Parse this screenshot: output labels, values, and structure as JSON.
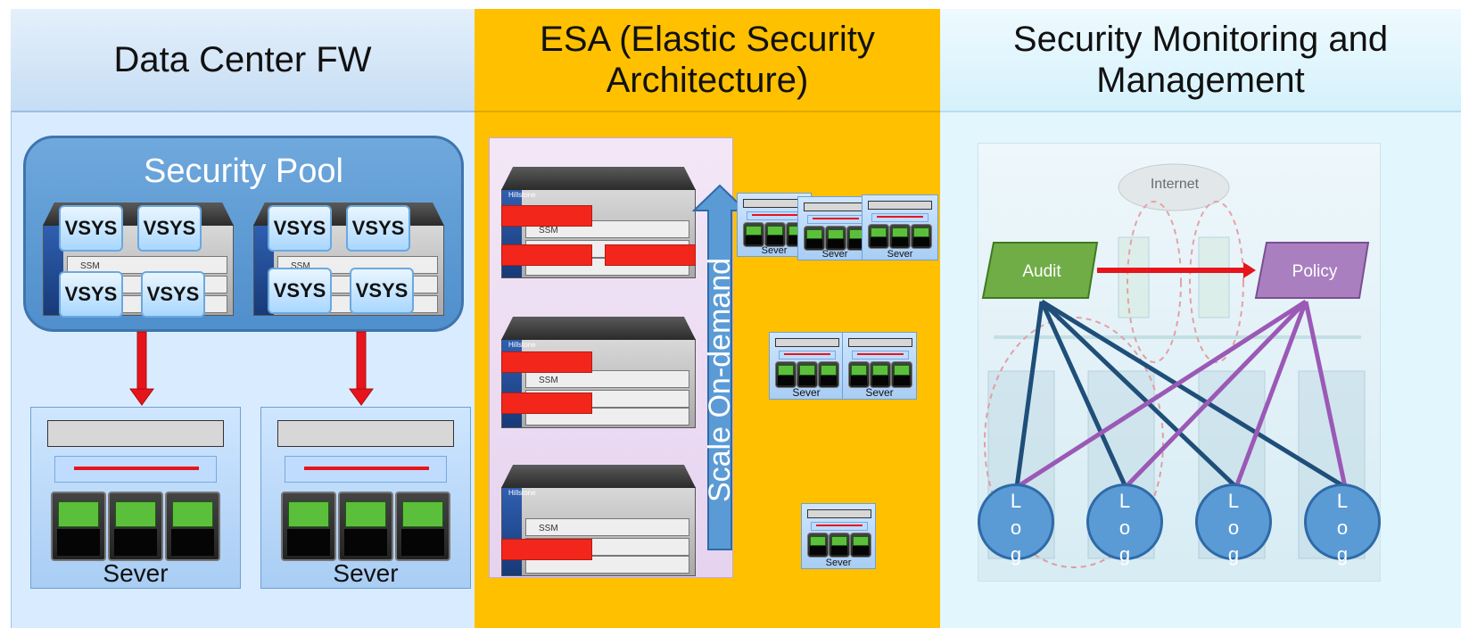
{
  "columns": {
    "left_title": "Data Center FW",
    "mid_title": "ESA (Elastic Security Architecture)",
    "right_title": "Security Monitoring and Management"
  },
  "left": {
    "pool_title": "Security Pool",
    "vsys_label": "VSYS",
    "ssm_label": "SSM",
    "server_label": "Sever"
  },
  "middle": {
    "scale_label": "Scale On-demand",
    "ssm_label": "SSM",
    "server_label": "Sever",
    "brand_label": "Hillstone"
  },
  "right": {
    "internet_label": "Internet",
    "audit_label": "Audit",
    "policy_label": "Policy",
    "log_label": "L\no\ng"
  },
  "colors": {
    "left_header": "#cfe3f7",
    "left_panel": "#d9ecff",
    "mid_panel": "#ffc000",
    "right_panel": "#e2f6fd",
    "pool_blue": "#5b9bd5",
    "audit_green": "#70ad47",
    "policy_purple": "#a97fc0",
    "arrow_red": "#e8141b"
  }
}
